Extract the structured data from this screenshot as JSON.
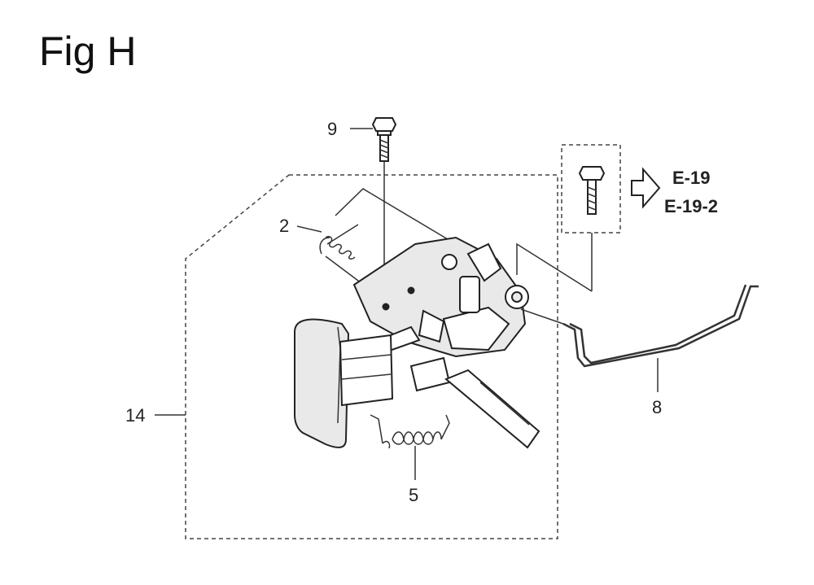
{
  "figure": {
    "title": "Fig H"
  },
  "callouts": [
    {
      "id": "part-2",
      "label": "2"
    },
    {
      "id": "part-5",
      "label": "5"
    },
    {
      "id": "part-8",
      "label": "8"
    },
    {
      "id": "part-9",
      "label": "9"
    },
    {
      "id": "part-14",
      "label": "14"
    }
  ],
  "references": [
    {
      "label": "E-19"
    },
    {
      "label": "E-19-2"
    }
  ]
}
